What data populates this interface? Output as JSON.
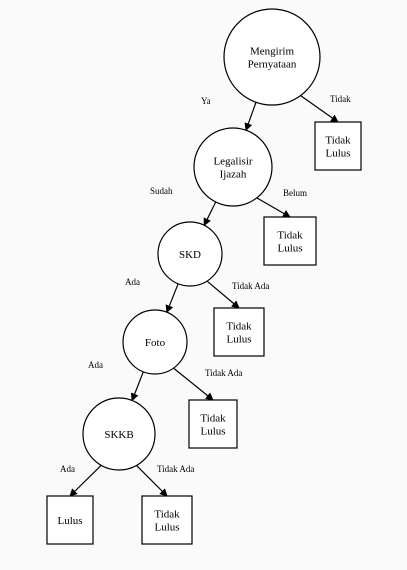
{
  "nodes": [
    {
      "id": "n1",
      "kind": "decision",
      "lines": [
        "Mengirim",
        "Pernyataan"
      ]
    },
    {
      "id": "n2",
      "kind": "result",
      "lines": [
        "Tidak",
        "Lulus"
      ]
    },
    {
      "id": "n3",
      "kind": "decision",
      "lines": [
        "Legalisir",
        "Ijazah"
      ]
    },
    {
      "id": "n4",
      "kind": "result",
      "lines": [
        "Tidak",
        "Lulus"
      ]
    },
    {
      "id": "n5",
      "kind": "decision",
      "lines": [
        "SKD"
      ]
    },
    {
      "id": "n6",
      "kind": "result",
      "lines": [
        "Tidak",
        "Lulus"
      ]
    },
    {
      "id": "n7",
      "kind": "decision",
      "lines": [
        "Foto"
      ]
    },
    {
      "id": "n8",
      "kind": "result",
      "lines": [
        "Tidak",
        "Lulus"
      ]
    },
    {
      "id": "n9",
      "kind": "decision",
      "lines": [
        "SKKB"
      ]
    },
    {
      "id": "n10",
      "kind": "result",
      "lines": [
        "Lulus"
      ]
    },
    {
      "id": "n11",
      "kind": "result",
      "lines": [
        "Tidak",
        "Lulus"
      ]
    }
  ],
  "edges": [
    {
      "id": "e1",
      "from": "n1",
      "to": "n3",
      "label": "Ya"
    },
    {
      "id": "e2",
      "from": "n1",
      "to": "n2",
      "label": "Tidak"
    },
    {
      "id": "e3",
      "from": "n3",
      "to": "n5",
      "label": "Sudah"
    },
    {
      "id": "e4",
      "from": "n3",
      "to": "n4",
      "label": "Belum"
    },
    {
      "id": "e5",
      "from": "n5",
      "to": "n7",
      "label": "Ada"
    },
    {
      "id": "e6",
      "from": "n5",
      "to": "n6",
      "label": "Tidak Ada"
    },
    {
      "id": "e7",
      "from": "n7",
      "to": "n9",
      "label": "Ada"
    },
    {
      "id": "e8",
      "from": "n7",
      "to": "n8",
      "label": "Tidak Ada"
    },
    {
      "id": "e9",
      "from": "n9",
      "to": "n10",
      "label": "Ada"
    },
    {
      "id": "e10",
      "from": "n9",
      "to": "n11",
      "label": "Tidak Ada"
    }
  ]
}
